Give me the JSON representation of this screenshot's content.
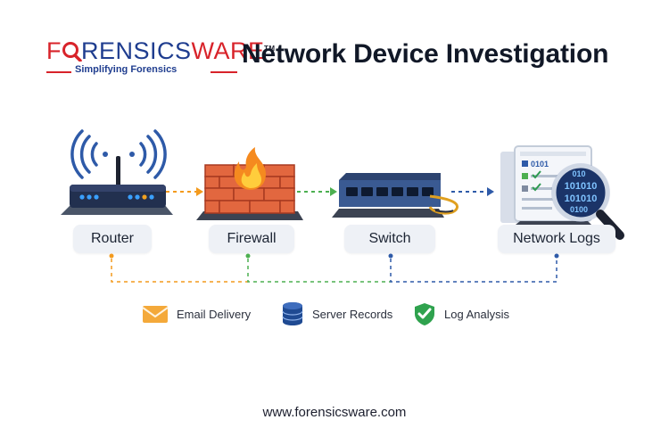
{
  "brand": {
    "name_red": "F",
    "name_blue_1": "RENSICS",
    "name_blue_2": "WARE",
    "trademark": "TM",
    "tagline": "Simplifying Forensics"
  },
  "title": "Network Device Investigation",
  "devices": [
    {
      "label": "Router",
      "icon": "router-icon"
    },
    {
      "label": "Firewall",
      "icon": "firewall-icon"
    },
    {
      "label": "Switch",
      "icon": "switch-icon"
    },
    {
      "label": "Network Logs",
      "icon": "network-logs-icon"
    }
  ],
  "logs_binary": [
    "010",
    "101010",
    "101010",
    "0100"
  ],
  "doc_binary": "0101",
  "legend": [
    {
      "label": "Email Delivery",
      "icon": "envelope-icon"
    },
    {
      "label": "Server Records",
      "icon": "database-icon"
    },
    {
      "label": "Log Analysis",
      "icon": "shield-check-icon"
    }
  ],
  "colors": {
    "orange": "#f39a1d",
    "green": "#4caf50",
    "blue": "#2e5aa8",
    "red": "#d8232a",
    "navy": "#1f3d8f"
  },
  "footer": "www.forensicsware.com"
}
